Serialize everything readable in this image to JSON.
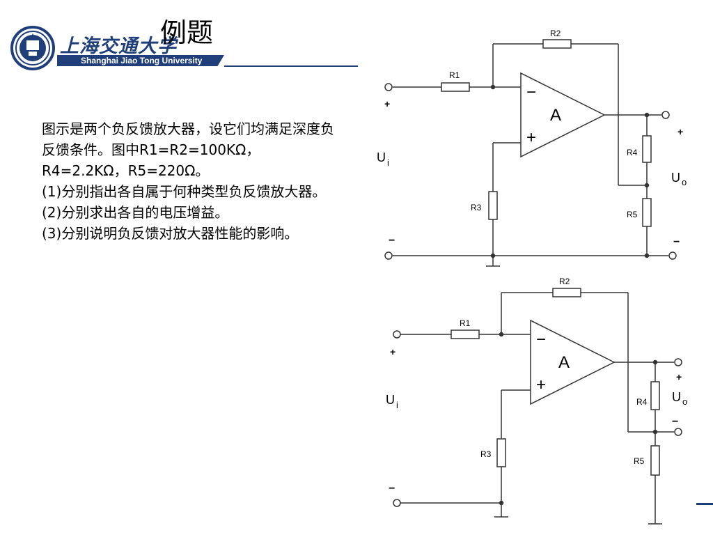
{
  "header": {
    "university_cn": "上海交通大学",
    "university_en": "Shanghai Jiao Tong University",
    "title": "例题"
  },
  "problem": {
    "paragraphs": [
      "图示是两个负反馈放大器，设它们均满足深度负反馈条件。图中R1=R2=100KΩ，R4=2.2KΩ，R5=220Ω。",
      "(1)分别指出各自属于何种类型负反馈放大器。",
      "(2)分别求出各自的电压增益。",
      "(3)分别说明负反馈对放大器性能的影响。"
    ]
  },
  "circuits": {
    "top": {
      "r1": "R1",
      "r2": "R2",
      "r3": "R3",
      "r4": "R4",
      "r5": "R5",
      "amp": "A",
      "minus_sign": "−",
      "plus_sign": "+",
      "ui_main": "U",
      "ui_sub": "i",
      "uo_main": "U",
      "uo_sub": "o",
      "in_plus": "+",
      "in_minus": "−",
      "out_plus": "+",
      "out_minus": "−"
    },
    "bottom": {
      "r1": "R1",
      "r2": "R2",
      "r3": "R3",
      "r4": "R4",
      "r5": "R5",
      "amp": "A",
      "minus_sign": "−",
      "plus_sign": "+",
      "ui_main": "U",
      "ui_sub": "i",
      "uo_main": "U",
      "uo_sub": "o",
      "in_plus": "+",
      "in_minus": "−",
      "out_plus": "+",
      "out_minus": "−"
    }
  },
  "colors": {
    "brand": "#1f3e7a",
    "wire": "#333333"
  }
}
